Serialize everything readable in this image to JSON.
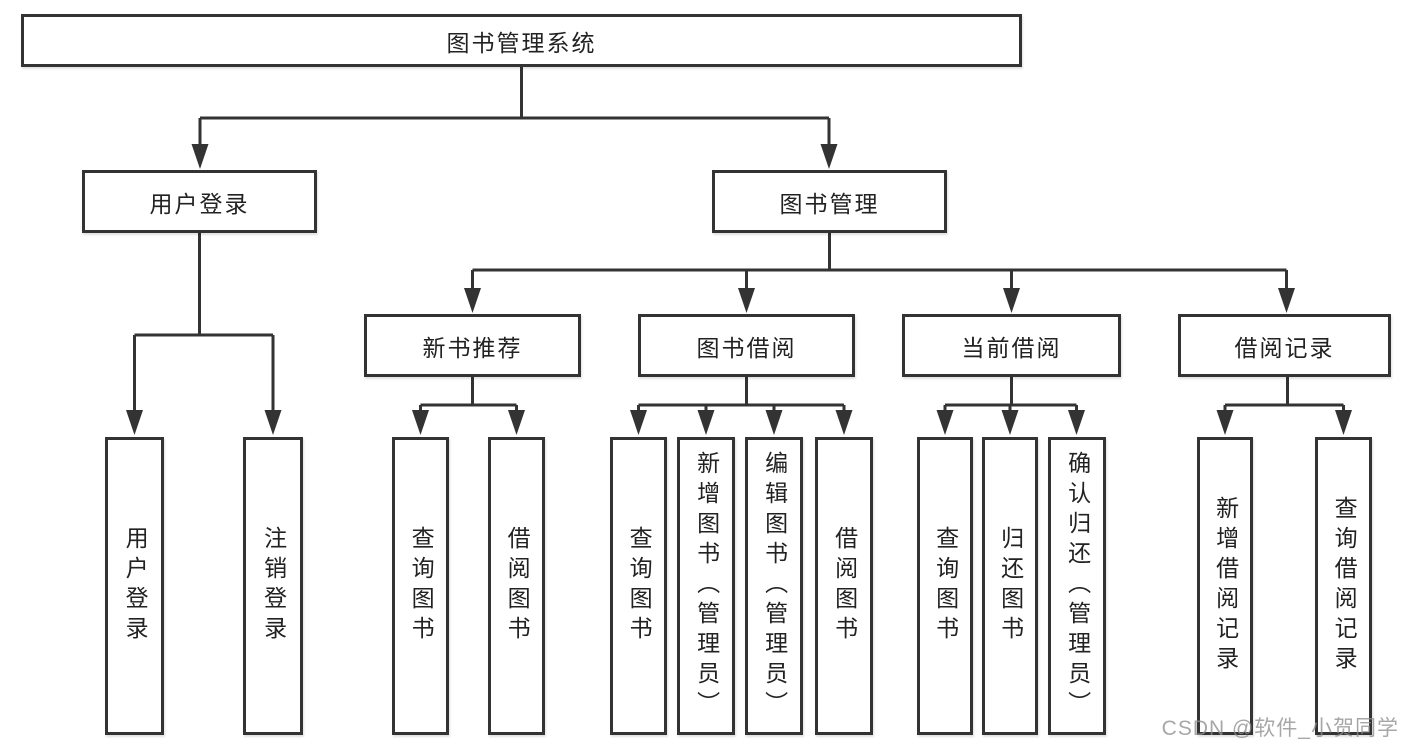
{
  "diagram": {
    "root": {
      "label": "图书管理系统"
    },
    "branches": [
      {
        "label": "用户登录",
        "children": [
          {
            "label": "用户登录"
          },
          {
            "label": "注销登录"
          }
        ]
      },
      {
        "label": "图书管理",
        "children": [
          {
            "label": "新书推荐",
            "children": [
              {
                "label": "查询图书"
              },
              {
                "label": "借阅图书"
              }
            ]
          },
          {
            "label": "图书借阅",
            "children": [
              {
                "label": "查询图书"
              },
              {
                "label": "新增图书（管理员）"
              },
              {
                "label": "编辑图书（管理员）"
              },
              {
                "label": "借阅图书"
              }
            ]
          },
          {
            "label": "当前借阅",
            "children": [
              {
                "label": "查询图书"
              },
              {
                "label": "归还图书"
              },
              {
                "label": "确认归还（管理员）"
              }
            ]
          },
          {
            "label": "借阅记录",
            "children": [
              {
                "label": "新增借阅记录"
              },
              {
                "label": "查询借阅记录"
              }
            ]
          }
        ]
      }
    ]
  },
  "watermark": {
    "text": "CSDN @软件_小贺同学"
  },
  "colors": {
    "line": "#333333",
    "box_border": "#333333",
    "text": "#222222",
    "background": "#ffffff",
    "watermark": "#8e8e8e"
  }
}
